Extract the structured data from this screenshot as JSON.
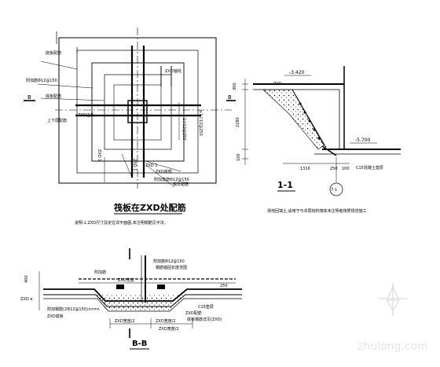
{
  "plan": {
    "title": "筏板在ZXD处配筋",
    "note": "说明:1.ZXD尺寸及定位详平面图,未注明钢筋见平法。",
    "section_mark": "B",
    "zxd_dims": [
      "ZXD 1",
      "ZXD 1",
      "ZXD 1"
    ],
    "zxd_label": "ZXD轴线",
    "rebar_labels": [
      "底板配筋",
      "附加筋Φ12@150",
      "底板配筋",
      "上下层配筋",
      "1∅12@250",
      "≥1∅12@250",
      "ZXD边长",
      "ZXD底部",
      "附加角筋Φ12@150",
      "板厚配筋"
    ]
  },
  "section11": {
    "title": "1-1",
    "elev_top": "-3.420",
    "elev_bottom": "-5.700",
    "dims": [
      "300",
      "2280",
      "100",
      "1316",
      "250",
      "100"
    ],
    "labels": [
      "ZXD",
      "C15混凝土垫层"
    ],
    "marker": "7-1",
    "note": "场地回填土,适用于与本层结构墙体未注明者按照规范施工"
  },
  "sectionBB": {
    "title": "B-B",
    "dims": [
      "400",
      "ZXD a",
      "ZXD宽度",
      "ZXD宽度/2",
      "ZXD宽度/2",
      "ZXD宽度/2",
      "250"
    ],
    "labels": [
      "附加筋",
      "附加筋Φ12@150",
      "钢筋锚固长度范围",
      "附加钢筋(2Φ12@150)×n=n",
      "C15垫层",
      "ZXD底板",
      "ZXD配筋",
      "底板钢筋详见(ZXD)"
    ]
  },
  "watermark": "zhulong.com"
}
